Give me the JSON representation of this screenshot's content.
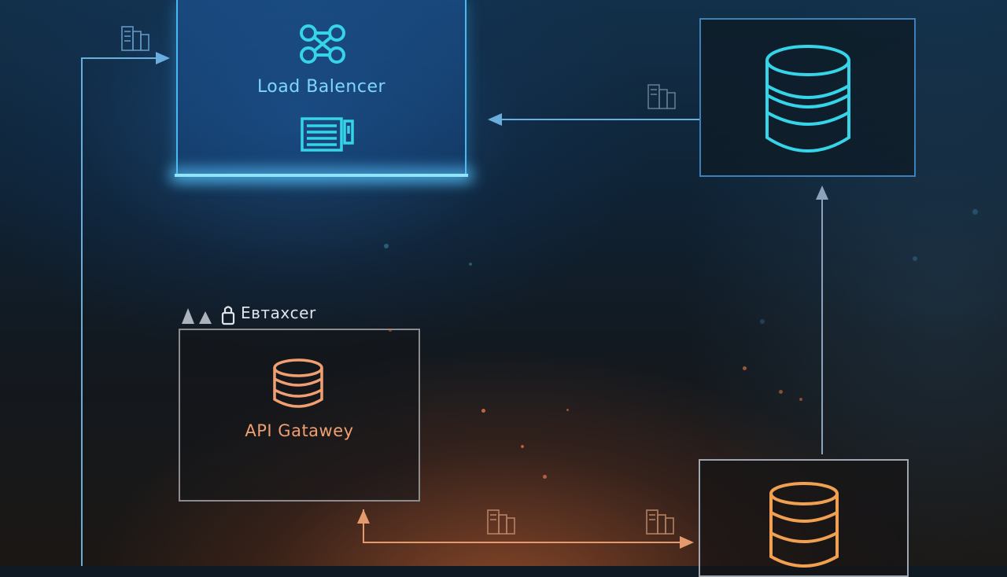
{
  "nodes": {
    "load_balancer": {
      "label": "Load Balencer"
    },
    "api_gateway": {
      "label": "API Gatawey"
    },
    "external_label": {
      "text": "Εвтахсеr"
    }
  },
  "icons": {
    "load_balancer_top": "network-nodes-icon",
    "load_balancer_bottom": "server-rack-icon",
    "database_top": "database-icon",
    "database_bottom": "database-icon",
    "api_gateway": "database-icon",
    "ext_prefix": "warning-lock-icons",
    "doc_small": "document-stack-icon"
  },
  "colors": {
    "blue_accent": "#49b9f2",
    "teal_icon": "#35d4e8",
    "orange_accent": "#f0a070",
    "connector_blue": "#6aaede",
    "connector_orange": "#e59a6e"
  }
}
